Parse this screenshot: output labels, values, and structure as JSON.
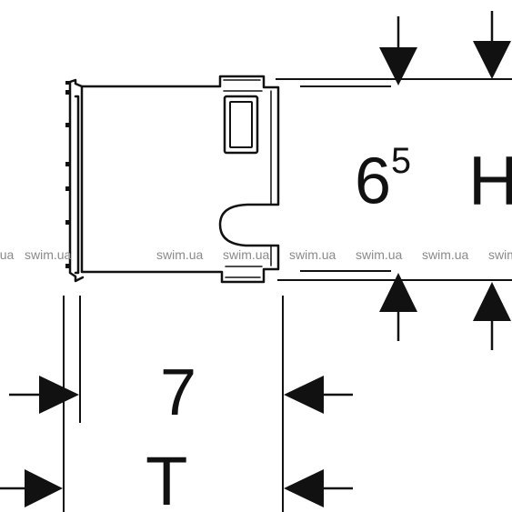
{
  "diagram": {
    "height_label": {
      "base": "6",
      "superscript": "5"
    },
    "height_symbol": "H",
    "thickness_label": "7",
    "thickness_symbol": "T",
    "watermark": "swim.ua",
    "colors": {
      "line": "#111111",
      "watermark": "#8a8a8a",
      "background": "#ffffff"
    }
  }
}
